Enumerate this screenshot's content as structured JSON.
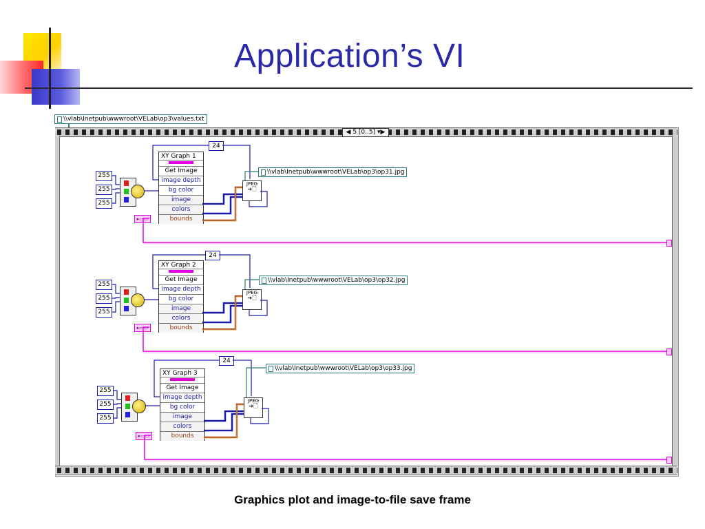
{
  "slide": {
    "title": "Application’s VI",
    "caption": "Graphics plot and image-to-file save frame"
  },
  "diagram": {
    "values_path": "\\\\vlab\\Inetpub\\wwwroot\\VELab\\op3\\values.txt",
    "sequence_selector": "5 [0..5]",
    "groups": [
      {
        "graph_name": "XY Graph 1",
        "method": "Get Image",
        "props": [
          "image depth",
          "bg color",
          "image",
          "colors",
          "bounds"
        ],
        "depth_value": "24",
        "rgb_values": [
          "255",
          "255",
          "255"
        ],
        "output_path": "\\\\vlab\\Inetpub\\wwwroot\\VELab\\op3\\op31.jpg",
        "jpeg_label": "JPEG"
      },
      {
        "graph_name": "XY Graph 2",
        "method": "Get Image",
        "props": [
          "image depth",
          "bg color",
          "image",
          "colors",
          "bounds"
        ],
        "depth_value": "24",
        "rgb_values": [
          "255",
          "255",
          "255"
        ],
        "output_path": "\\\\vlab\\Inetpub\\wwwroot\\VELab\\op3\\op32.jpg",
        "jpeg_label": "JPEG"
      },
      {
        "graph_name": "XY Graph 3",
        "method": "Get Image",
        "props": [
          "image depth",
          "bg color",
          "image",
          "colors",
          "bounds"
        ],
        "depth_value": "24",
        "rgb_values": [
          "255",
          "255",
          "255"
        ],
        "output_path": "\\\\vlab\\Inetpub\\wwwroot\\VELab\\op3\\op33.jpg",
        "jpeg_label": "JPEG"
      }
    ]
  },
  "colors": {
    "title": "#2a2aa8",
    "wire_blue": "#1a1aa8",
    "wire_pink": "#e000e0",
    "wire_brown": "#a04010",
    "path_teal": "#2a7a7a"
  }
}
